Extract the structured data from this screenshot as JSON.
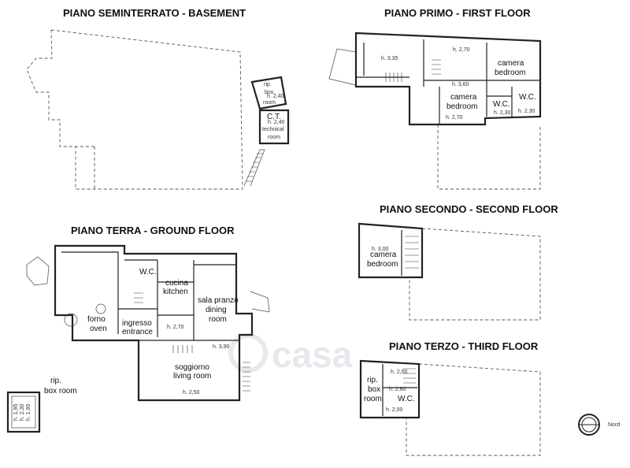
{
  "floors": {
    "basement": {
      "title": "PIANO SEMINTERRATO - BASEMENT",
      "rooms": {
        "box_it": "rip.",
        "box_a": "box",
        "box_b": "room",
        "box_h": "h. 2,40",
        "tech_it": "C.T.",
        "tech_h": "h. 2,40",
        "tech_a": "technical",
        "tech_b": "room"
      }
    },
    "first": {
      "title": "PIANO PRIMO - FIRST FLOOR",
      "rooms": {
        "h_335": "h. 3,35",
        "h_270a": "h. 2,70",
        "bed1_a": "camera",
        "bed1_b": "bedroom",
        "h_360": "h. 3,60",
        "bed2_a": "camera",
        "bed2_b": "bedroom",
        "wc1": "W.C.",
        "wc2": "W.C.",
        "h_230a": "h. 2,30",
        "h_230b": "h. 2,30",
        "h_270b": "h. 2,70"
      }
    },
    "ground": {
      "title": "PIANO TERRA - GROUND FLOOR",
      "rooms": {
        "wc": "W.C.",
        "kitchen_a": "cucina",
        "kitchen_b": "kitchen",
        "dining_a": "sala pranzo",
        "dining_b": "dining",
        "dining_c": "room",
        "oven_a": "forno",
        "oven_b": "oven",
        "entrance_a": "ingresso",
        "entrance_b": "entrance",
        "h_270": "h. 2,70",
        "h_390": "h. 3,90",
        "living_a": "soggiorno",
        "living_b": "living room",
        "h_250": "h. 2,50"
      }
    },
    "outbuilding": {
      "rooms": {
        "box_it": "rip.",
        "box_en": "box room",
        "h_195a": "h. 1,95",
        "h_230": "h. 2,30",
        "h_195b": "h. 1,95"
      }
    },
    "second": {
      "title": "PIANO SECONDO - SECOND FLOOR",
      "rooms": {
        "h_300": "h. 3,00",
        "bed_a": "camera",
        "bed_b": "bedroom"
      }
    },
    "third": {
      "title": "PIANO TERZO - THIRD FLOOR",
      "rooms": {
        "h_200a": "h. 2,00",
        "box_it": "rip.",
        "box_a": "box",
        "box_b": "room",
        "h_260": "h. 2,60",
        "wc": "W.C.",
        "h_200b": "h. 2,00"
      }
    }
  },
  "compass": {
    "label": "Nord",
    "icon": "compass-icon"
  },
  "watermark": {
    "text": "casa"
  }
}
